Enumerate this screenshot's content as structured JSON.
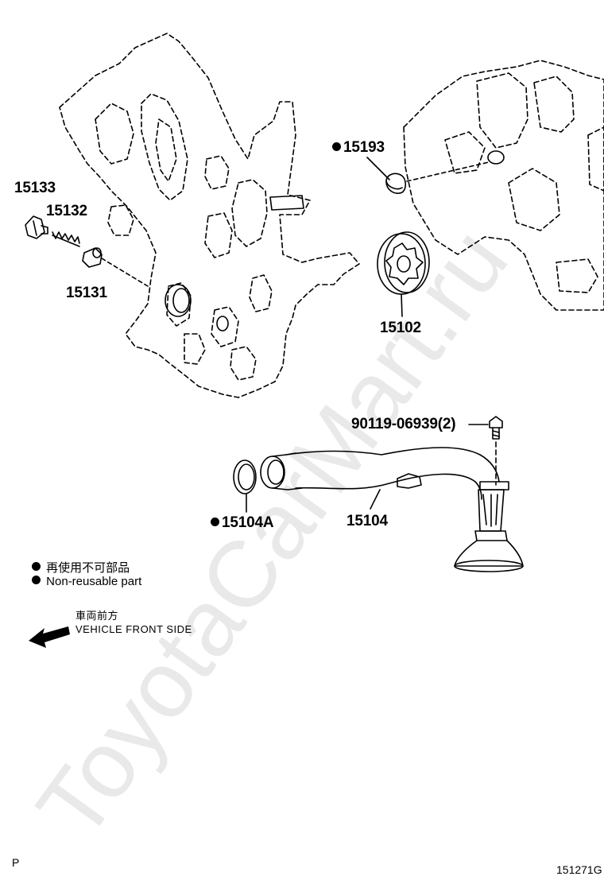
{
  "watermark": "ToyotaCarMart.ru",
  "parts": {
    "p15133": "15133",
    "p15132": "15132",
    "p15131": "15131",
    "p15193": "15193",
    "p15102": "15102",
    "p90119": "90119-06939(2)",
    "p15104A": "15104A",
    "p15104": "15104"
  },
  "legend": {
    "jp": "再使用不可部品",
    "en": "Non-reusable part"
  },
  "direction": {
    "jp": "車両前方",
    "en": "VEHICLE FRONT SIDE"
  },
  "footer": {
    "left": "P",
    "right": "151271G"
  }
}
